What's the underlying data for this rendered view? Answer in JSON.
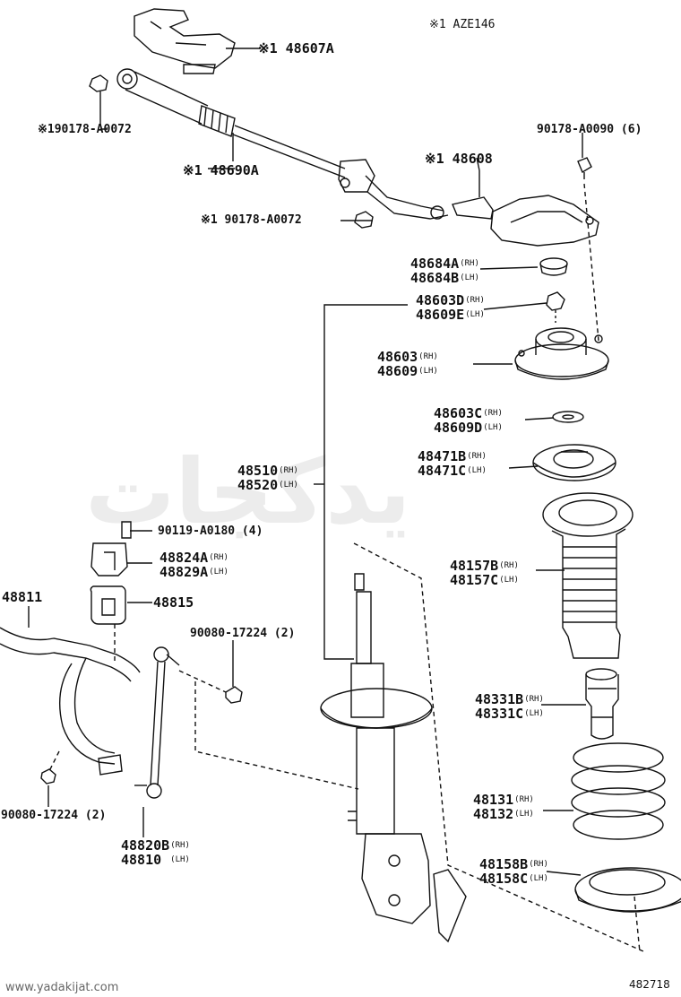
{
  "header_note": "※1 AZE146",
  "watermark_text": "یدکجات",
  "website": "www.yadakijat.com",
  "figure_code": "482718",
  "labels": {
    "l48607a": "※1 48607A",
    "l90178a0072_top": "※190178-A0072",
    "l48690a": "※1 48690A",
    "l48608": "※1 48608",
    "l90178a0072_mid": "※1 90178-A0072",
    "l90178a0090": "90178-A0090 (6)",
    "l48684a": "48684A",
    "l48684b": "48684B",
    "l48603d": "48603D",
    "l48609e": "48609E",
    "l48603": "48603",
    "l48609": "48609",
    "l48603c": "48603C",
    "l48609d": "48609D",
    "l48471b": "48471B",
    "l48471c": "48471C",
    "l48510": "48510",
    "l48520": "48520",
    "l90119a0180": "90119-A0180 (4)",
    "l48824a": "48824A",
    "l48829a": "48829A",
    "l48811": "48811",
    "l48815": "48815",
    "l90080_17224_right": "90080-17224 (2)",
    "l48157b": "48157B",
    "l48157c": "48157C",
    "l48331b": "48331B",
    "l48331c": "48331C",
    "l48131": "48131",
    "l48132": "48132",
    "l90080_17224_left": "90080-17224 (2)",
    "l48820b": "48820B",
    "l48810": "48810",
    "l48158b": "48158B",
    "l48158c": "48158C"
  },
  "side": {
    "rh": "(RH)",
    "lh": "(LH)"
  }
}
